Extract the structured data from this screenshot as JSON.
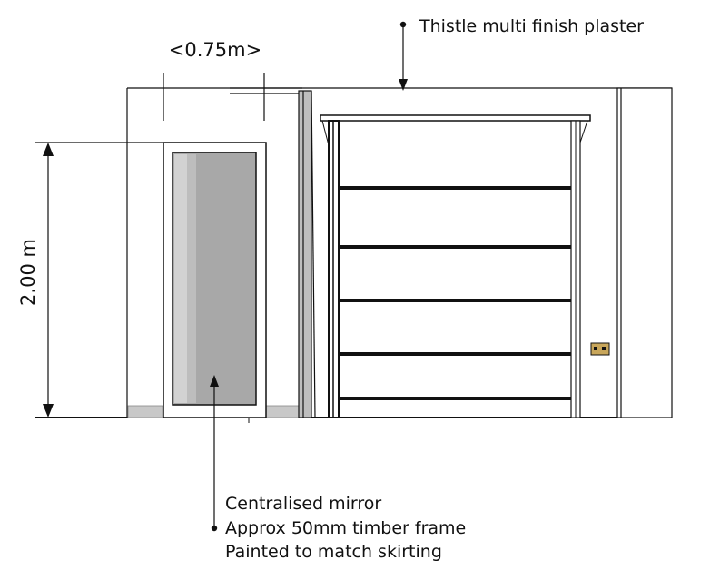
{
  "drawing": {
    "annotations": {
      "plaster": "Thistle multi finish plaster",
      "mirror_line1": "Centralised mirror",
      "mirror_line2": "Approx 50mm timber frame",
      "mirror_line3": "Painted to match skirting"
    },
    "dimensions": {
      "width": "<0.75m>",
      "height": "2.00 m"
    },
    "colors": {
      "line": "#111111",
      "mirror_glass": "#a8a8a8",
      "mirror_highlight": "#d2d2d2",
      "skirting": "#c8c8c8",
      "plug_socket": "#c8a65a"
    }
  }
}
